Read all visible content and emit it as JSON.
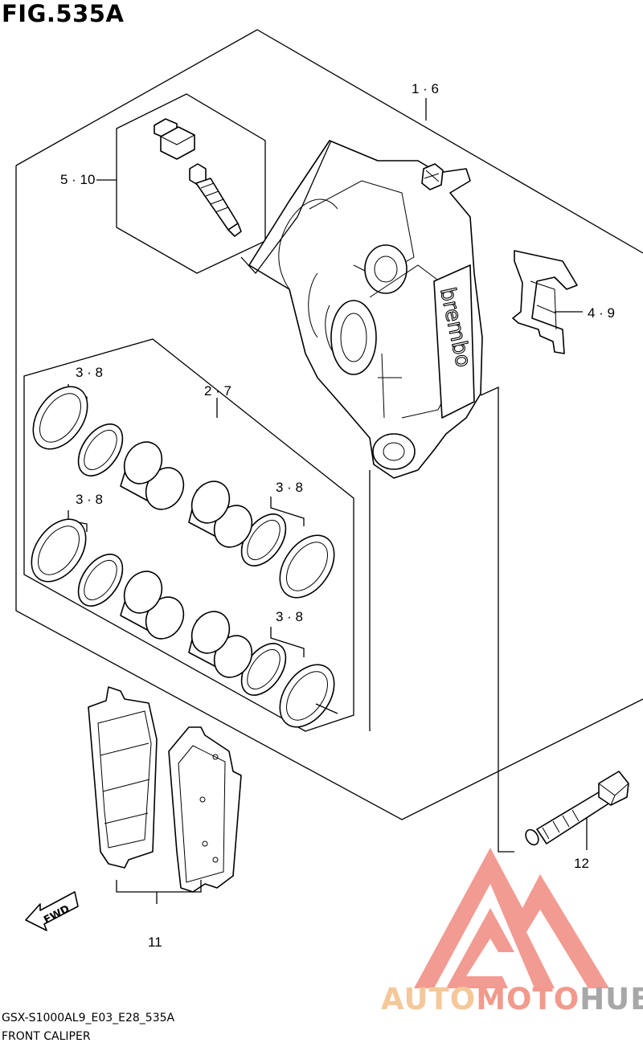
{
  "figure": {
    "title": "FIG.535A"
  },
  "callouts": {
    "caliper_assy": "1 · 6",
    "bleeder": "5 · 10",
    "pad_spring": "4 · 9",
    "piston_set": "2 · 7",
    "seal_top_left": "3 · 8",
    "seal_mid_left": "3 · 8",
    "seal_mid_right": "3 · 8",
    "seal_bottom_right": "3 · 8",
    "pads": "11",
    "bolt": "12"
  },
  "caliper_logo": "brembo",
  "fwd_arrow_label": "FWD",
  "footer": {
    "code": "GSX-S1000AL9_E03_E28_535A",
    "name": "FRONT CALIPER"
  },
  "watermark": {
    "part1": "AUTO",
    "part2": "MOTO",
    "part3": "HUB",
    "colors": {
      "auto": "#f5c89a",
      "moto": "#f29a8c",
      "hub": "#a7a7a7",
      "logo": "#f08a80"
    }
  }
}
